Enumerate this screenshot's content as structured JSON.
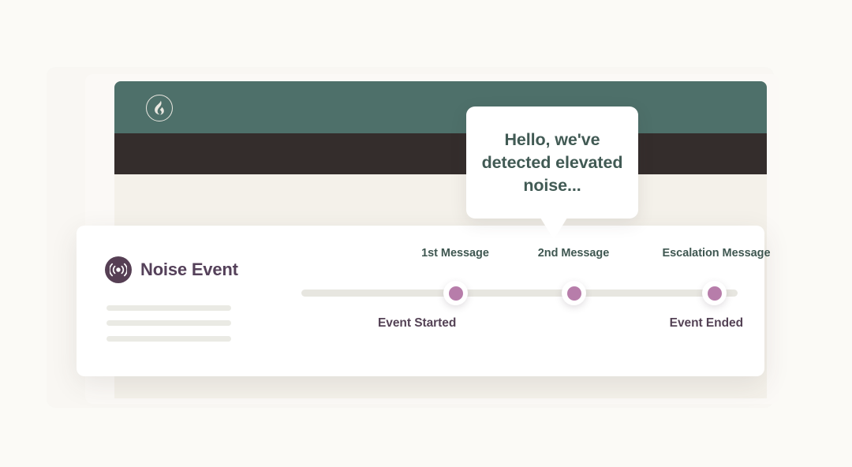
{
  "background": {
    "page_color": "#fbfaf6"
  },
  "app_window": {
    "topbar_color": "#4e706a",
    "navbar_color": "#342d2c",
    "body_color": "#f4f1ea",
    "logo_icon": "flame-logo-icon",
    "skeleton_bars": [
      "nav-skeleton-wide",
      "nav-skeleton-pill-1",
      "nav-skeleton-pill-2"
    ]
  },
  "bubble": {
    "message": "Hello, we've detected elevated noise...",
    "text_color": "#415a54",
    "background": "#ffffff"
  },
  "event_card": {
    "title": "Noise Event",
    "title_color": "#55415a",
    "icon": "broadcast-signal-icon",
    "icon_background": "#563f54",
    "skeleton_line_count": 3
  },
  "timeline": {
    "track_color": "#e7e6e0",
    "node_color": "#b77daa",
    "nodes": [
      {
        "label": "1st Message",
        "position_pct": 35
      },
      {
        "label": "2nd Message",
        "position_pct": 62
      },
      {
        "label": "Escalation Message",
        "position_pct": 95
      }
    ],
    "start_label": "Event Started",
    "end_label": "Event Ended",
    "label_color": "#3f5751",
    "edge_label_color": "#544255"
  }
}
